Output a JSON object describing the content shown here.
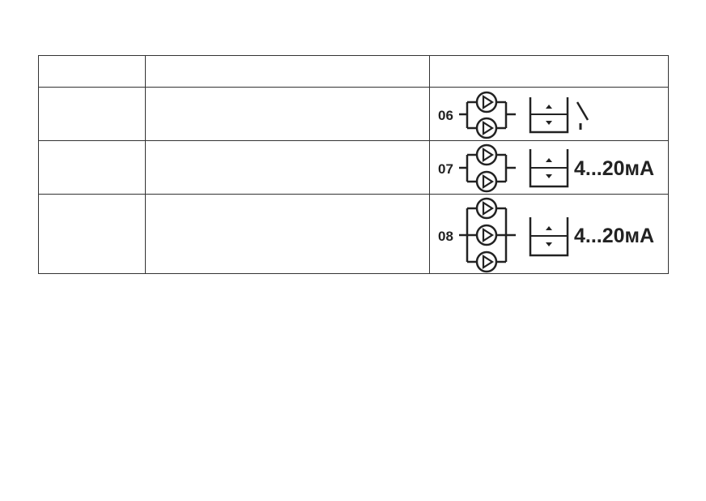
{
  "table": {
    "header": [
      "",
      "",
      ""
    ],
    "rows": [
      {
        "col1": "",
        "col2": "",
        "code": "06",
        "pumps": 2,
        "output": "relay-switch-icon",
        "signal": ""
      },
      {
        "col1": "",
        "col2": "",
        "code": "07",
        "pumps": 2,
        "output": "analog",
        "signal": "4...20мА"
      },
      {
        "col1": "",
        "col2": "",
        "code": "08",
        "pumps": 3,
        "output": "analog",
        "signal": "4...20мА"
      }
    ]
  },
  "colors": {
    "line": "#222222",
    "border": "#333333"
  }
}
